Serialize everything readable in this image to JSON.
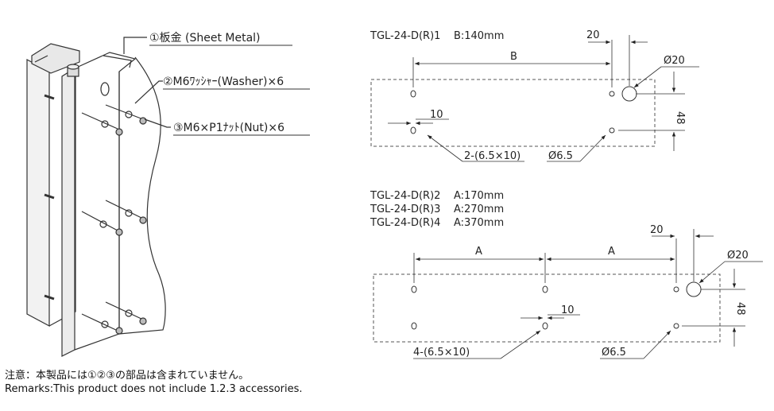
{
  "accessories": {
    "sheet_metal": "①板金 (Sheet Metal)",
    "washer": "②M6ﾜｯｼｬｰ(Washer)×6",
    "nut": "③M6×P1ﾅｯﾄ(Nut)×6"
  },
  "drawing1": {
    "title": "TGL-24-D(R)1    B:140mm",
    "dim_b": "B",
    "dim_20": "20",
    "dim_phi20": "Ø20",
    "dim_48": "48",
    "dim_10": "10",
    "slot_label": "2-(6.5×10)",
    "hole_label": "Ø6.5"
  },
  "drawing2": {
    "title_lines": [
      "TGL-24-D(R)2    A:170mm",
      "TGL-24-D(R)3    A:270mm",
      "TGL-24-D(R)4    A:370mm"
    ],
    "dim_a1": "A",
    "dim_a2": "A",
    "dim_20": "20",
    "dim_phi20": "Ø20",
    "dim_48": "48",
    "dim_10": "10",
    "slot_label": "4-(6.5×10)",
    "hole_label": "Ø6.5"
  },
  "notes": {
    "jp": "注意：本製品には①②③の部品は含まれていません。",
    "en": "Remarks:This product does not include 1.2.3 accessories."
  }
}
